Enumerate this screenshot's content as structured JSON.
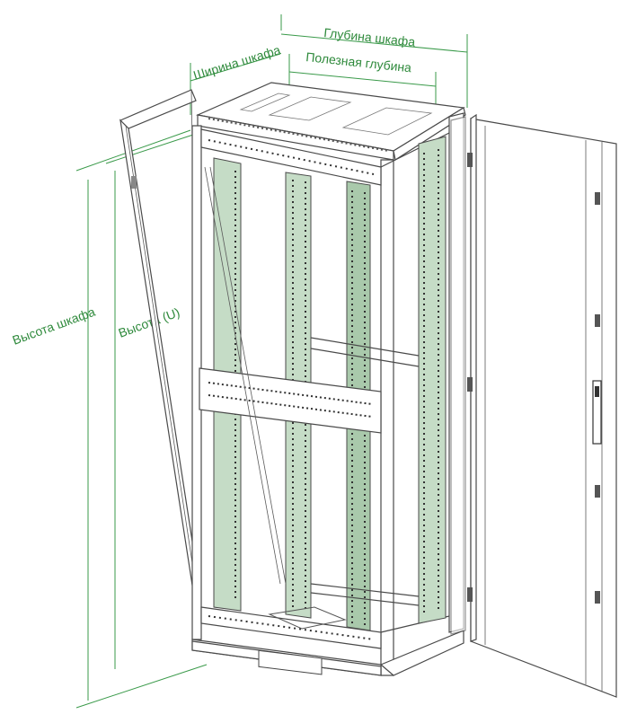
{
  "labels": {
    "depth_cabinet": "Глубина шкафа",
    "width_cabinet": "Ширина шкафа",
    "useful_depth": "Полезная глубина",
    "height_cabinet": "Высота шкафа",
    "height_units": "Высота (U)"
  },
  "colors": {
    "accent": "#2f8a3c",
    "rail_fill": "#c5dcc6",
    "line": "#4a4a4a"
  }
}
